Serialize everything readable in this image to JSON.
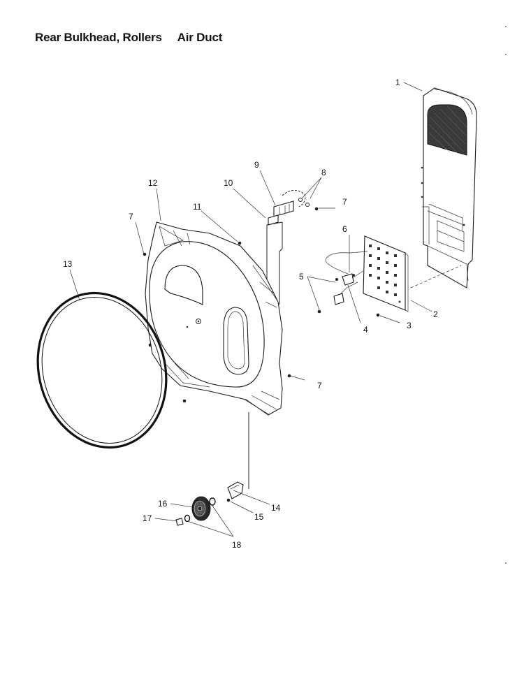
{
  "title": {
    "part1": "Rear Bulkhead,",
    "part2": "Rollers",
    "part3": "Air Duct"
  },
  "callouts": {
    "c1": "1",
    "c2": "2",
    "c3": "3",
    "c4": "4",
    "c5": "5",
    "c6": "6",
    "c7a": "7",
    "c7b": "7",
    "c7c": "7",
    "c8": "8",
    "c9": "9",
    "c10": "10",
    "c11": "11",
    "c12": "12",
    "c13": "13",
    "c14": "14",
    "c15": "15",
    "c16": "16",
    "c17": "17",
    "c18": "18"
  }
}
